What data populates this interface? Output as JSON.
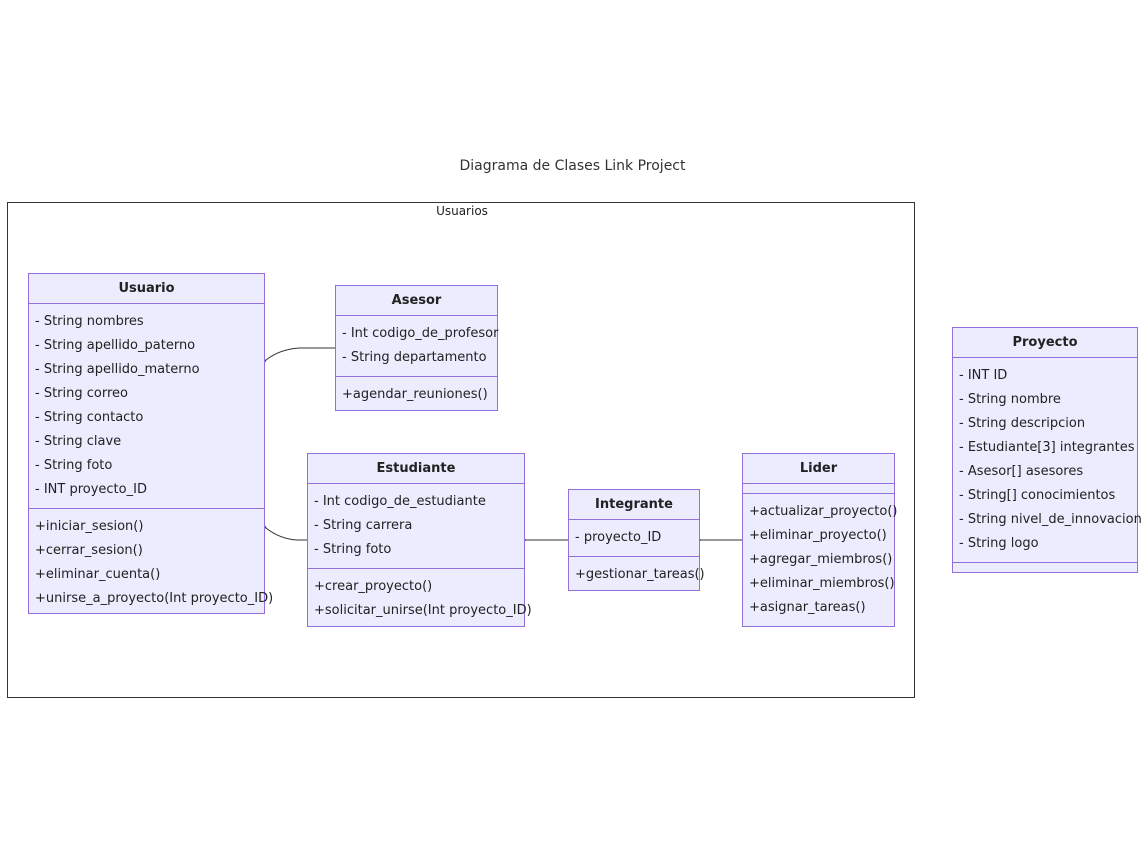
{
  "title": "Diagrama de Clases Link Project",
  "package": {
    "label": "Usuarios"
  },
  "classes": {
    "usuario": {
      "name": "Usuario",
      "attributes": [
        "- String nombres",
        "- String apellido_paterno",
        "- String apellido_materno",
        "- String correo",
        "- String contacto",
        "- String clave",
        "- String foto",
        "- INT proyecto_ID"
      ],
      "methods": [
        "+iniciar_sesion()",
        "+cerrar_sesion()",
        "+eliminar_cuenta()",
        "+unirse_a_proyecto(Int proyecto_ID)"
      ]
    },
    "asesor": {
      "name": "Asesor",
      "attributes": [
        "- Int codigo_de_profesor",
        "- String departamento"
      ],
      "methods": [
        "+agendar_reuniones()"
      ]
    },
    "estudiante": {
      "name": "Estudiante",
      "attributes": [
        "- Int codigo_de_estudiante",
        "- String carrera",
        "- String foto"
      ],
      "methods": [
        "+crear_proyecto()",
        "+solicitar_unirse(Int proyecto_ID)"
      ]
    },
    "integrante": {
      "name": "Integrante",
      "attributes": [
        "- proyecto_ID"
      ],
      "methods": [
        "+gestionar_tareas()"
      ]
    },
    "lider": {
      "name": "Lider",
      "attributes": [],
      "methods": [
        "+actualizar_proyecto()",
        "+eliminar_proyecto()",
        "+agregar_miembros()",
        "+eliminar_miembros()",
        "+asignar_tareas()"
      ]
    },
    "proyecto": {
      "name": "Proyecto",
      "attributes": [
        "- INT ID",
        "- String nombre",
        "- String descripcion",
        "- Estudiante[3] integrantes",
        "- Asesor[] asesores",
        "- String[] conocimientos",
        "- String nivel_de_innovacion",
        "- String logo"
      ],
      "methods": []
    }
  },
  "relations": [
    {
      "from": "Asesor",
      "to": "Usuario",
      "type": "inheritance"
    },
    {
      "from": "Estudiante",
      "to": "Usuario",
      "type": "inheritance"
    },
    {
      "from": "Integrante",
      "to": "Estudiante",
      "type": "inheritance"
    },
    {
      "from": "Lider",
      "to": "Integrante",
      "type": "inheritance"
    }
  ],
  "colors": {
    "class_fill": "#ececff",
    "class_border": "#9370db",
    "edge": "#333333"
  }
}
